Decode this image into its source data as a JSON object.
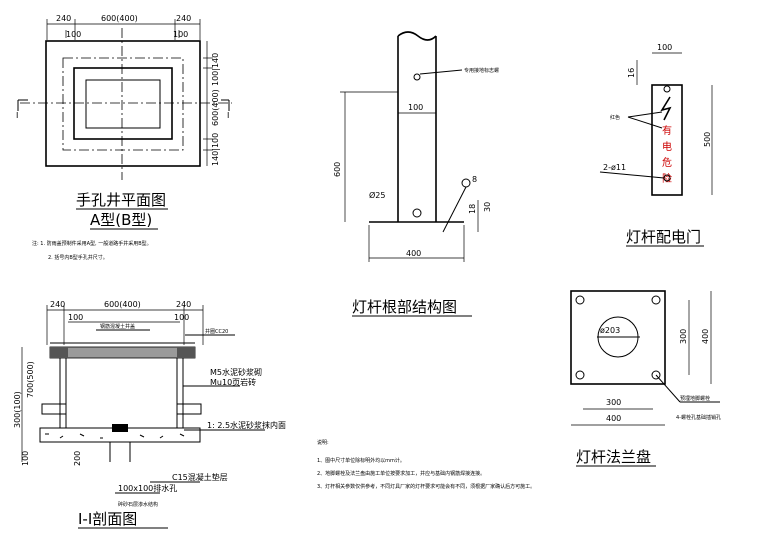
{
  "hand_hole_plan": {
    "title": "手孔井平面图",
    "subtitle": "A型(B型)",
    "dims": {
      "top_left": "240",
      "top_mid": "600(400)",
      "top_right": "240",
      "inner_left": "100",
      "inner_right": "100",
      "side_top": "100|140",
      "side_mid": "600(400)",
      "side_bot": "140|100"
    },
    "section_mark": "I",
    "notes": [
      "注: 1. 防雨盖预制件采用A型, 一般道路手井采用B型。",
      "2. 括号内B型手孔井尺寸。"
    ]
  },
  "section_view": {
    "title": "I-I剖面图",
    "dims": {
      "top_left": "240",
      "top_mid": "600(400)",
      "top_right": "240",
      "inner_left": "100",
      "inner_right": "100",
      "height": "700(500)",
      "lower": "300(100)",
      "bottom": "100",
      "base": "200"
    },
    "labels": {
      "cover": "钢筋混凝土井盖",
      "frame": "井圈CC20",
      "mortar": "M5水泥砂浆砌",
      "brick": "Mu10页岩砖",
      "plaster": "1: 2.5水泥砂浆抹内面",
      "concrete": "C15混凝土垫层",
      "drain": "100x100排水孔",
      "gravel": "碎砂石层渗水结构"
    }
  },
  "pole_root": {
    "title": "灯杆根部结构图",
    "dims": {
      "h600": "600",
      "w100": "100",
      "w400": "400",
      "d25": "Ø25",
      "d8": "8",
      "d18": "18",
      "d30": "30"
    },
    "labels": {
      "ground": "专用接地标志螺"
    }
  },
  "door": {
    "title": "灯杆配电门",
    "dims": {
      "w100": "100",
      "d16": "16",
      "h500": "500"
    },
    "labels": {
      "red": "红色",
      "hole": "2-ø11"
    },
    "warning": [
      "有",
      "电",
      "危",
      "险"
    ]
  },
  "flange": {
    "title": "灯杆法兰盘",
    "dims": {
      "w300": "300",
      "w400": "400",
      "h300": "300",
      "h400": "400",
      "dia": "ø203"
    },
    "labels": {
      "bolt": "预埋地脚螺栓",
      "hole": "4-螺栓孔基础插销孔"
    }
  },
  "general_notes": {
    "heading": "说明:",
    "items": [
      "1、图中尺寸单位除标明外均以mm计。",
      "2、地脚螺栓及法兰盘由施工单位按要求加工，并应与基础内钢筋焊接连接。",
      "3、灯杆相关参数仅供参考，不同灯具厂家的灯杆要求可能会有不同，须根据厂家确认后方可施工。"
    ]
  }
}
